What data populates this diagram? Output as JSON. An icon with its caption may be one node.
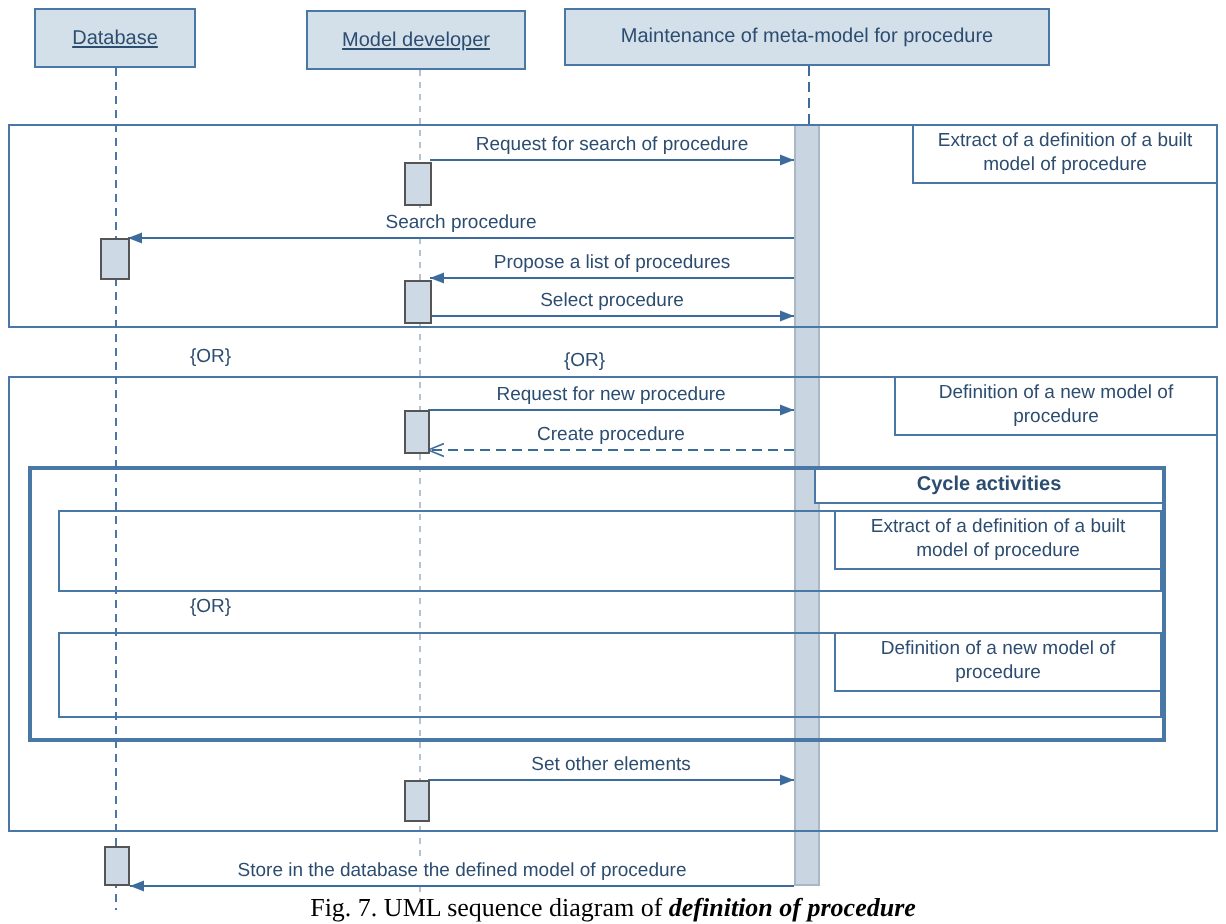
{
  "diagram": {
    "caption": "Fig. 7. UML sequence diagram of **definition of procedure**",
    "nodes": [
      {
        "text": [
          "Database"
        ]
      },
      {
        "text": [
          "Model developer"
        ]
      },
      {
        "text": [
          "Maintenance of meta-model for procedure"
        ]
      },
      {
        "text": [],
        "shape": "bar"
      },
      {
        "text": [
          "Extract of a definition of a built model of procedure"
        ]
      },
      {
        "text": [],
        "shape": "bar",
        "in": 4
      },
      {
        "text": [],
        "shape": "bar",
        "in": 4
      },
      {
        "text": [],
        "shape": "bar",
        "in": 4
      },
      {
        "text": [
          "Definition of a new model of procedure"
        ]
      },
      {
        "text": [],
        "shape": "bar",
        "in": 8
      },
      {
        "text": [
          "Cycle activities"
        ],
        "in": 8
      },
      {
        "text": [
          "Extract of a definition of a built model of procedure"
        ],
        "in": 10
      },
      {
        "text": [
          "Definition of a new model of procedure"
        ],
        "in": 10
      },
      {
        "text": [],
        "shape": "bar",
        "in": 8
      },
      {
        "text": [],
        "shape": "bar"
      }
    ],
    "edges": [
      {
        "from": 2,
        "to": 3,
        "arrow": "none",
        "style": "dashed"
      },
      {
        "from": 5,
        "to": 3,
        "arrow": "to",
        "label": "Request for search of procedure"
      },
      {
        "from": 3,
        "to": 6,
        "arrow": "to",
        "label": "Search procedure"
      },
      {
        "from": 3,
        "to": 7,
        "arrow": "to",
        "label": "Propose a list of procedures"
      },
      {
        "from": 7,
        "to": 3,
        "arrow": "to",
        "label": "Select procedure"
      },
      {
        "from": 9,
        "to": 3,
        "arrow": "to",
        "label": "Request for new procedure"
      },
      {
        "from": 3,
        "to": 9,
        "arrow": "to",
        "label": "Create procedure",
        "style": "dashed"
      },
      {
        "from": 13,
        "to": 3,
        "arrow": "to",
        "label": "Set other elements"
      },
      {
        "from": 3,
        "to": 14,
        "arrow": "to",
        "label": "Store in the database the defined model of procedure"
      }
    ],
    "labels": [
      "{OR}",
      "{OR}",
      "{OR}"
    ]
  }
}
